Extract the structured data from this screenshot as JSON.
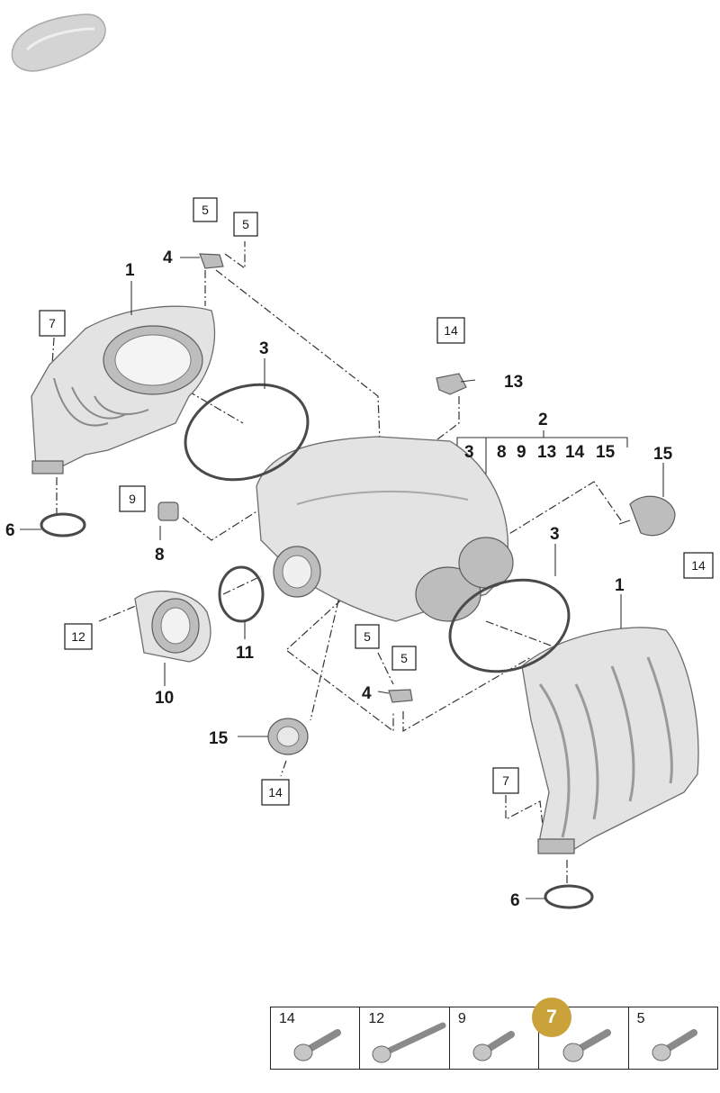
{
  "callouts": {
    "p1_left": "1",
    "p1_right": "1",
    "p2": "2",
    "p3_left": "3",
    "p3_right": "3",
    "p4_top": "4",
    "p4_bottom": "4",
    "p6_left": "6",
    "p6_right": "6",
    "p8": "8",
    "p10": "10",
    "p11": "11",
    "p13": "13",
    "p15_right": "15",
    "p15_bottom": "15"
  },
  "group_2_members": [
    "3",
    "8",
    "9",
    "13",
    "14",
    "15"
  ],
  "boxed_refs": {
    "b5_a": "5",
    "b5_b": "5",
    "b5_c": "5",
    "b5_d": "5",
    "b7_left": "7",
    "b7_right": "7",
    "b9": "9",
    "b12": "12",
    "b14_top": "14",
    "b14_right": "14",
    "b14_bottom": "14"
  },
  "fastener_strip": {
    "cells": [
      {
        "label": "14",
        "icon": "bolt-icon"
      },
      {
        "label": "12",
        "icon": "long-bolt-icon"
      },
      {
        "label": "9",
        "icon": "bolt-icon"
      },
      {
        "label": "",
        "icon": "bolt-icon"
      },
      {
        "label": "5",
        "icon": "bolt-icon"
      }
    ],
    "badge": "7",
    "badge_color": "#c9a23a"
  }
}
